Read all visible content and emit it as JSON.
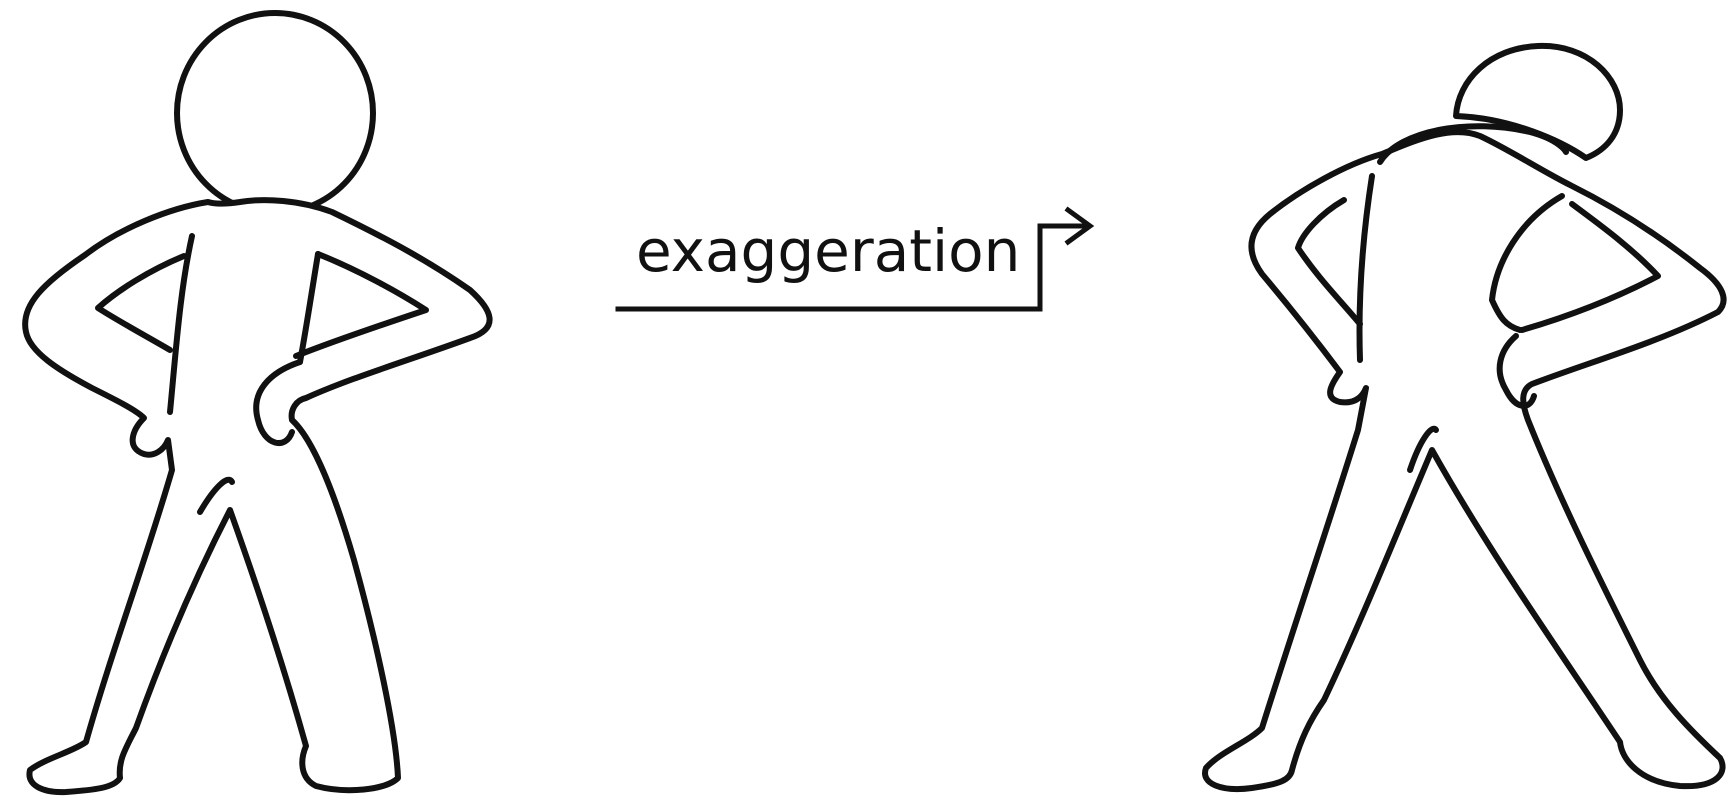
{
  "diagram": {
    "transition_label": "exaggeration",
    "figures": [
      {
        "pose": "normal",
        "icon": "stick-figure-hands-on-hips-icon"
      },
      {
        "pose": "exaggerated",
        "icon": "stick-figure-leaning-back-icon"
      }
    ],
    "connector_icon": "bent-right-arrow-icon",
    "stroke_color": "#111111",
    "background_color": "#ffffff"
  }
}
